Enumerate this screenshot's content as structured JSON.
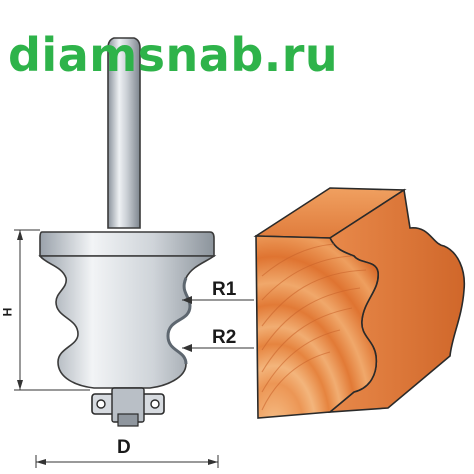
{
  "watermark": {
    "text": "diamsnab.ru",
    "color": "#2eb34a"
  },
  "labels": {
    "h": "H",
    "r1": "R1",
    "r2": "R2",
    "d": "D"
  },
  "colors": {
    "steel": "#c9ced4",
    "steel_dark": "#8a929b",
    "steel_light": "#eef1f4",
    "wood_light": "#f4b07a",
    "wood_mid": "#e98a47",
    "wood_dark": "#c65f24",
    "outline": "#2a2a2a"
  }
}
